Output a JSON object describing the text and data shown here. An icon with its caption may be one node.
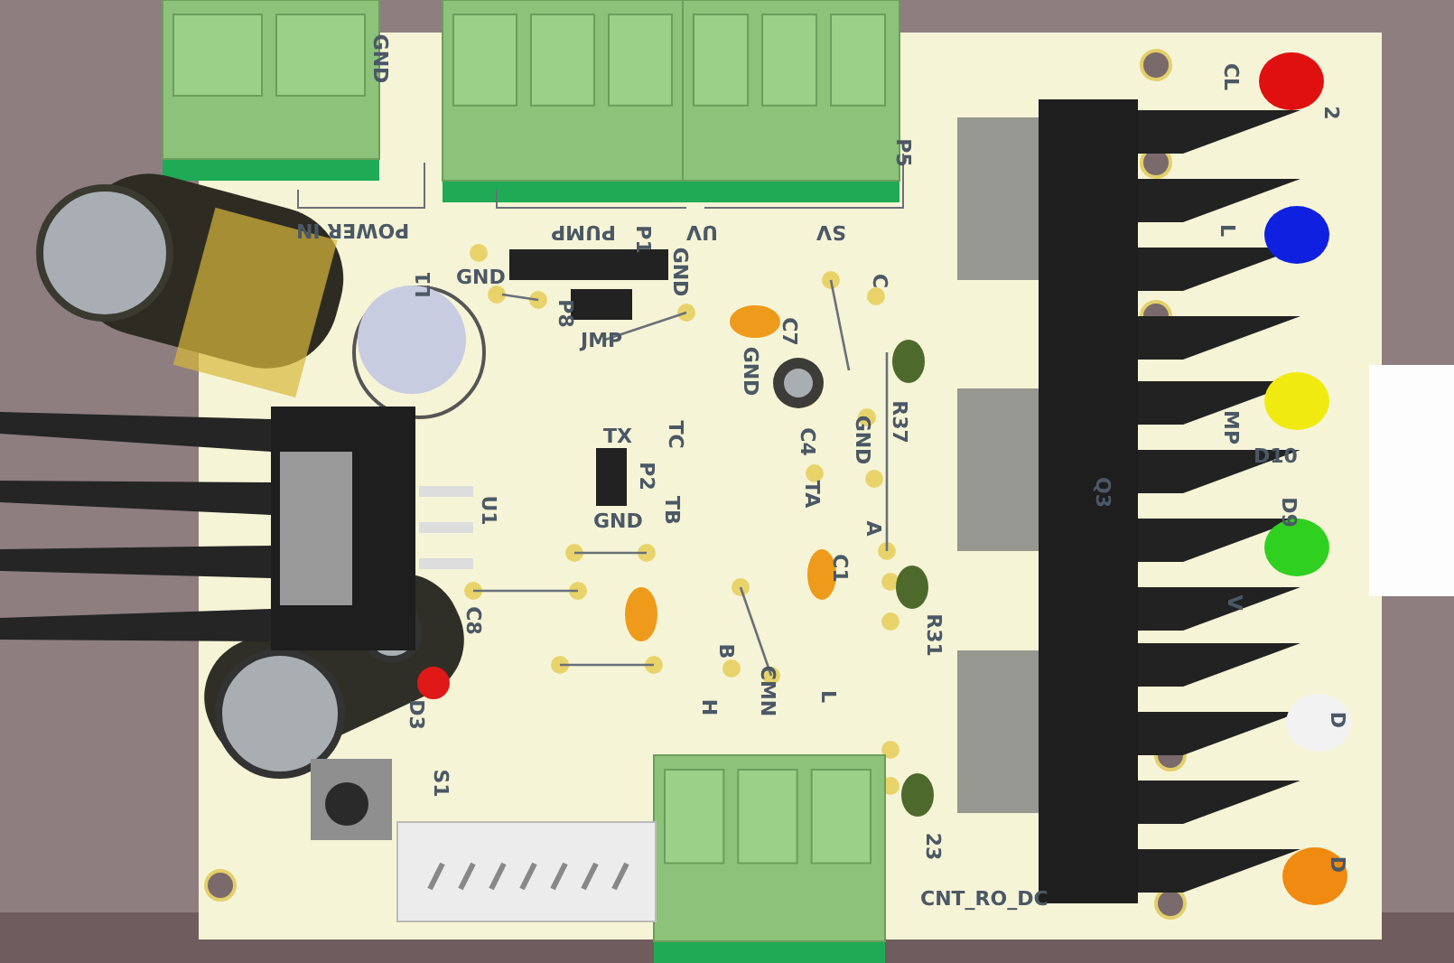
{
  "diagram": {
    "labels": [
      "GND",
      "POWER IN",
      "PUMP",
      "P1",
      "UV",
      "SV",
      "P5",
      "GND",
      "P8",
      "GND",
      "JMP",
      "L1",
      "C",
      "C7",
      "GND",
      "C4",
      "GND",
      "R37",
      "CL",
      "2",
      "L",
      "MP",
      "D10",
      "Q3",
      "D9",
      "V",
      "TX",
      "TC",
      "P2",
      "U1",
      "GND",
      "TB",
      "TA",
      "A",
      "C1",
      "C8",
      "D3",
      "S1",
      "B",
      "H",
      "CMN",
      "L",
      "R31",
      "23",
      "CNT_RO_DC",
      "D",
      "D"
    ]
  }
}
